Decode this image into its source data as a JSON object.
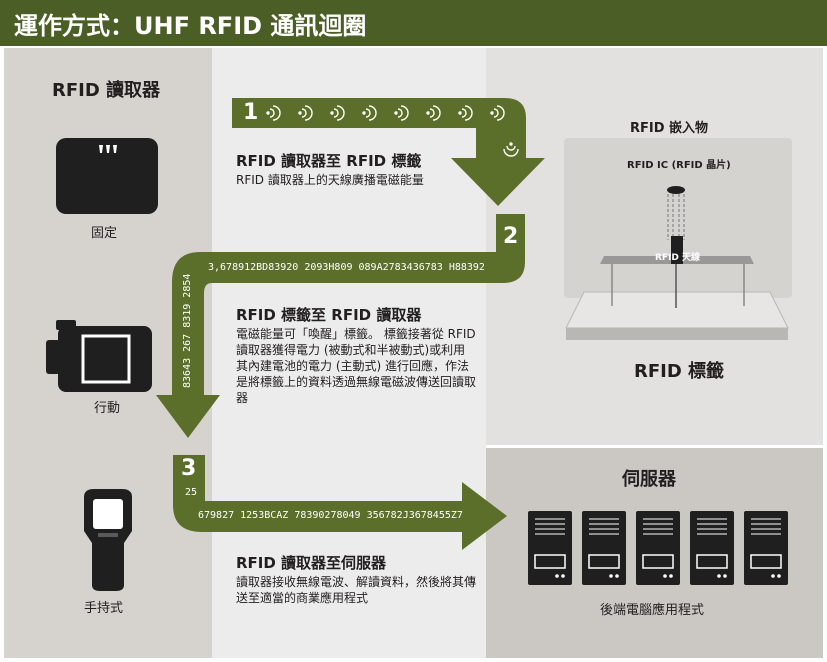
{
  "title": "運作方式：UHF RFID 通訊迴圈",
  "reader_panel": {
    "heading": "RFID 讀取器",
    "fixed_label": "固定",
    "mobile_label": "行動",
    "handheld_label": "手持式"
  },
  "steps": [
    {
      "number": "1",
      "heading": "RFID 讀取器至 RFID 標籤",
      "body": "RFID 讀取器上的天線廣播電磁能量"
    },
    {
      "number": "2",
      "heading": "RFID 標籤至 RFID 讀取器",
      "body": "電磁能量可「喚醒」標籤。 標籤接著從 RFID 讀取器獲得電力 (被動式和半被動式)或利用其內建電池的電力 (主動式) 進行回應，作法是將標籤上的資料透過無線電磁波傳送回讀取器"
    },
    {
      "number": "3",
      "heading": "RFID 讀取器至伺服器",
      "body": "讀取器接收無線電波、解讀資料，然後將其傳送至適當的商業應用程式"
    }
  ],
  "data_strings": {
    "vertical": "83643 267 8319 2854",
    "horizontal_top": "3,678912BD83920 2093H809 089A2783436783 H88392",
    "bottom_start": "25",
    "bottom": "679827 1253BCAZ 78390278049 356782J3678455Z7"
  },
  "tag_panel": {
    "inlay_label": "RFID 嵌入物",
    "ic_label": "RFID IC (RFID 晶片)",
    "antenna_label": "RFID 天線",
    "tag_heading": "RFID 標籤"
  },
  "server_panel": {
    "heading": "伺服器",
    "caption": "後端電腦應用程式",
    "server_count": 5
  },
  "colors": {
    "brand_green": "#4b5e25",
    "arrow_green": "#5c6f2a",
    "device_black": "#1f1f1f"
  }
}
